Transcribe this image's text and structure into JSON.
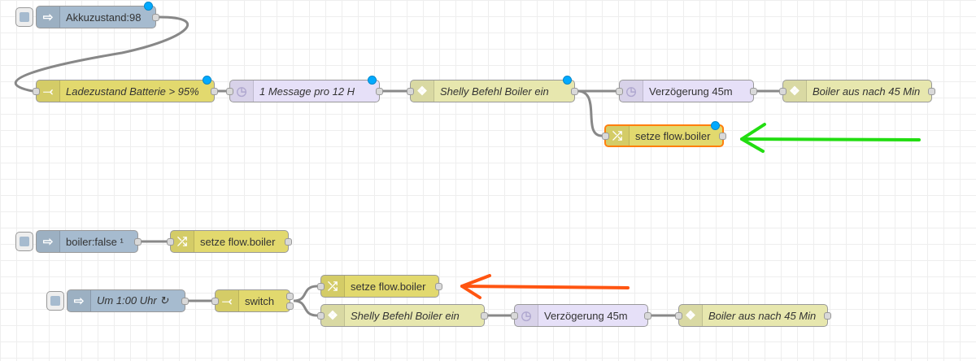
{
  "flow1": {
    "inject": {
      "label": "Akkuzustand:98"
    },
    "switch": {
      "label": "Ladezustand Batterie > 95%"
    },
    "rbe": {
      "label": "1 Message pro 12 H"
    },
    "shelly": {
      "label": "Shelly Befehl Boiler ein"
    },
    "delay": {
      "label": "Verzögerung 45m"
    },
    "shelly_off": {
      "label": "Boiler aus nach 45 Min"
    },
    "change": {
      "label": "setze flow.boiler"
    }
  },
  "flow2": {
    "inject": {
      "label": "boiler:false ¹"
    },
    "change": {
      "label": "setze flow.boiler"
    }
  },
  "flow3": {
    "inject": {
      "label": "Um 1:00 Uhr ↻"
    },
    "switch": {
      "label": "switch"
    },
    "change": {
      "label": "setze flow.boiler"
    },
    "shelly": {
      "label": "Shelly Befehl Boiler ein"
    },
    "delay": {
      "label": "Verzögerung 45m"
    },
    "shelly_off": {
      "label": "Boiler aus nach 45 Min"
    }
  },
  "icons": {
    "inject": "arrow-right-icon",
    "switch": "switch-fork-icon",
    "change": "shuffle-icon",
    "delay": "clock-icon",
    "shelly": "shelly-icon"
  },
  "colors": {
    "inject": "#a6bbcf",
    "function": "#e2d96e",
    "delay": "#e6e0f8",
    "shelly": "#e7e7ae",
    "selected": "#ff7f0e",
    "green_arrow": "#22dd11",
    "orange_arrow": "#ff5511",
    "changed_dot": "#00aaff"
  }
}
